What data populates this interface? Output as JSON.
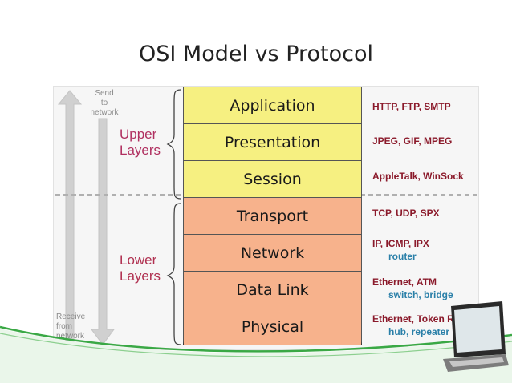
{
  "slide": {
    "title": "OSI Model vs Protocol"
  },
  "arrows": {
    "send_label": "Send to network",
    "send_lines": [
      "Send",
      "to",
      "network"
    ],
    "receive_lines": [
      "Receive",
      "from",
      "network"
    ]
  },
  "groups": {
    "upper_lines": [
      "Upper",
      "Layers"
    ],
    "lower_lines": [
      "Lower",
      "Layers"
    ]
  },
  "layers": [
    {
      "name": "Application",
      "group": "upper"
    },
    {
      "name": "Presentation",
      "group": "upper"
    },
    {
      "name": "Session",
      "group": "upper"
    },
    {
      "name": "Transport",
      "group": "lower"
    },
    {
      "name": "Network",
      "group": "lower"
    },
    {
      "name": "Data Link",
      "group": "lower"
    },
    {
      "name": "Physical",
      "group": "lower"
    }
  ],
  "protocols": [
    {
      "main": "HTTP, FTP, SMTP",
      "sub": ""
    },
    {
      "main": "JPEG, GIF, MPEG",
      "sub": ""
    },
    {
      "main": "AppleTalk, WinSock",
      "sub": ""
    },
    {
      "main": "TCP, UDP, SPX",
      "sub": ""
    },
    {
      "main": "IP, ICMP, IPX",
      "sub": "router"
    },
    {
      "main": "Ethernet, ATM",
      "sub": "switch, bridge"
    },
    {
      "main": "Ethernet, Token Ring",
      "sub": "hub, repeater"
    }
  ],
  "colors": {
    "upper_layer_fill": "#f6f081",
    "lower_layer_fill": "#f7b28c",
    "group_label": "#b03060",
    "protocol_text": "#8b1a2b",
    "device_text": "#2a7fa8",
    "accent_green": "#2e9b3a"
  }
}
